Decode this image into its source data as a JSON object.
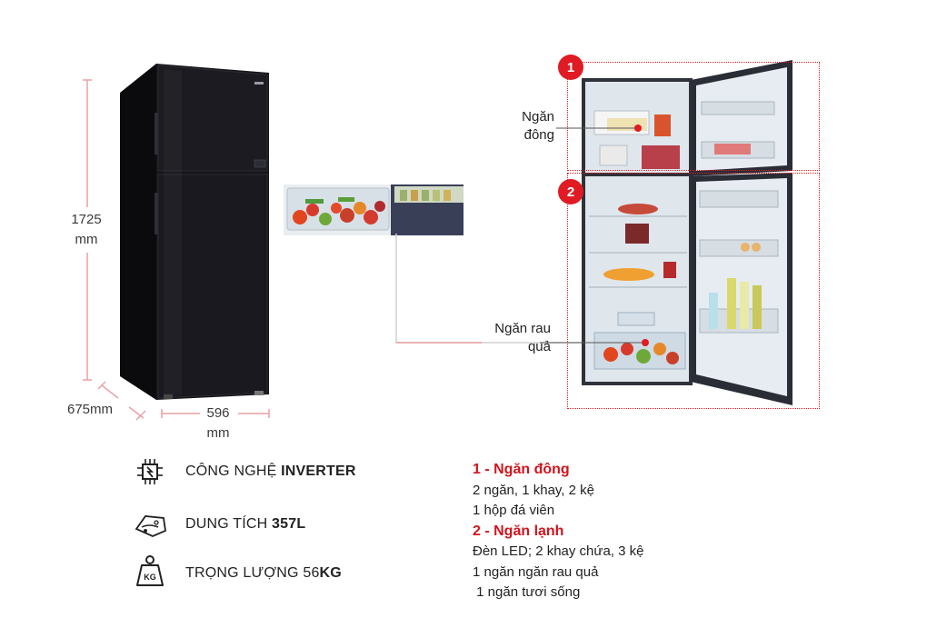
{
  "dimensions": {
    "height_value": "1725",
    "height_unit": "mm",
    "depth": "675mm",
    "width_value": "596",
    "width_unit": "mm"
  },
  "callouts": {
    "freezer_line1": "Ngăn",
    "freezer_line2": "đông",
    "crisper_line1": "Ngăn rau",
    "crisper_line2": "quả"
  },
  "badges": {
    "one": "1",
    "two": "2"
  },
  "features": [
    {
      "icon": "inverter-chip-icon",
      "prefix": "CÔNG NGHỆ ",
      "bold": "INVERTER",
      "suffix": ""
    },
    {
      "icon": "capacity-icon",
      "prefix": "DUNG TÍCH ",
      "bold": "357L",
      "suffix": ""
    },
    {
      "icon": "weight-kg-icon",
      "prefix": "TRỌNG LƯỢNG 56",
      "bold": "KG",
      "suffix": ""
    }
  ],
  "weight_icon_text": "KG",
  "specs": {
    "section1_title": "1 - Ngăn đông",
    "section1_lines": [
      "2 ngăn, 1 khay, 2 kệ",
      "1 hộp đá viên"
    ],
    "section2_title": "2 - Ngăn lạnh",
    "section2_lines": [
      "Đèn LED; 2 khay chứa, 3 kệ",
      "1 ngăn ngăn rau quả",
      " 1 ngăn tươi sống"
    ]
  },
  "colors": {
    "accent_red": "#e01b23",
    "fridge_body": "#141418"
  }
}
